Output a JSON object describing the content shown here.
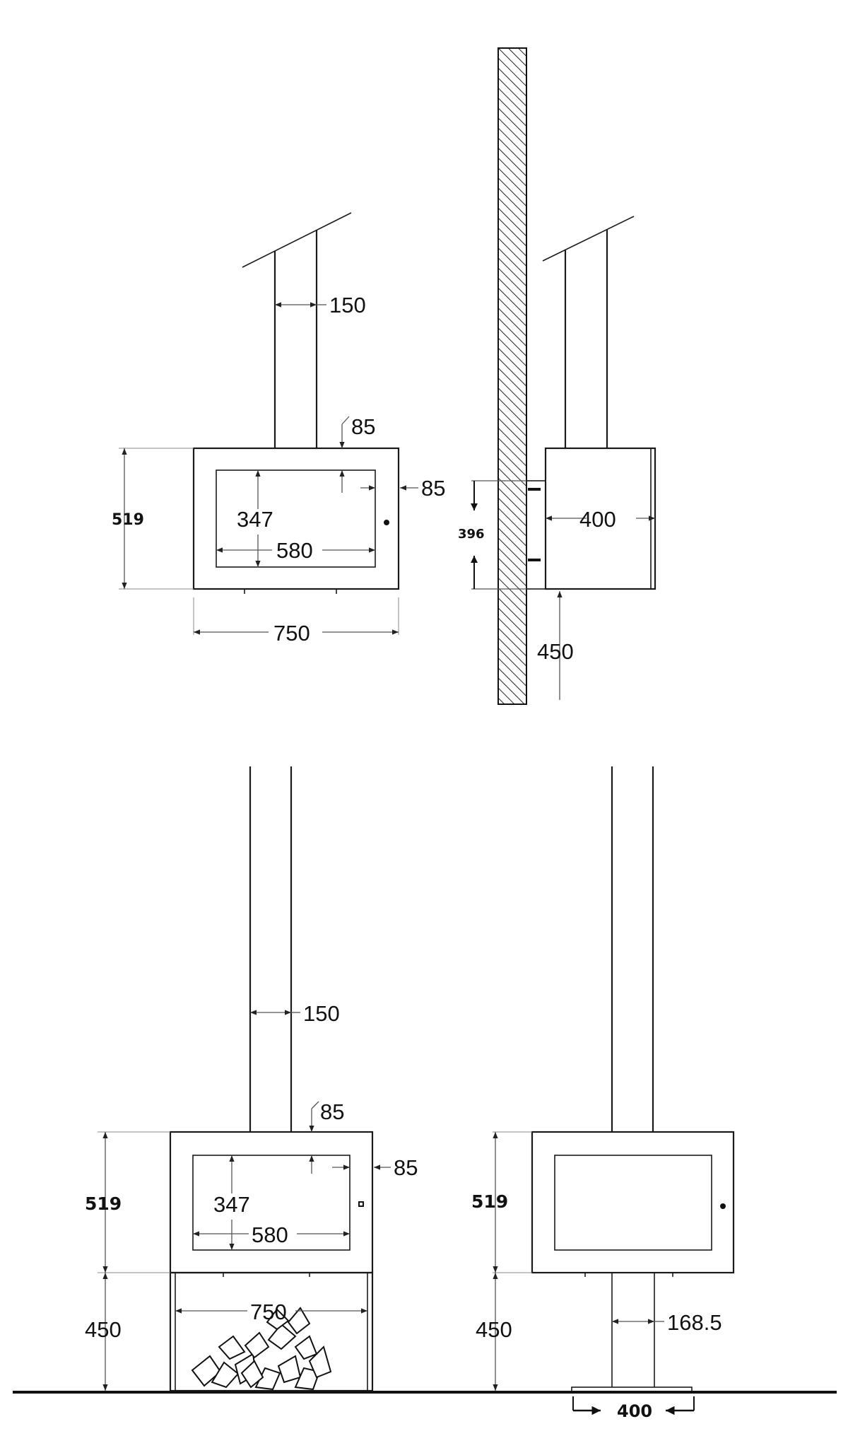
{
  "view_wall_front": {
    "flue_width": "150",
    "top_offset": "85",
    "side_offset": "85",
    "height": "519",
    "glass_height": "347",
    "glass_width": "580",
    "width": "750"
  },
  "view_wall_side": {
    "bracket_spacing": "396",
    "depth": "400",
    "floor_clearance": "450"
  },
  "view_stand_front": {
    "flue_width": "150",
    "top_offset": "85",
    "side_offset": "85",
    "height": "519",
    "glass_height": "347",
    "glass_width": "580",
    "width": "750",
    "stand_height": "450"
  },
  "view_pedestal_front": {
    "height": "519",
    "stand_height": "450",
    "post_width": "168.5",
    "base_width": "400"
  }
}
